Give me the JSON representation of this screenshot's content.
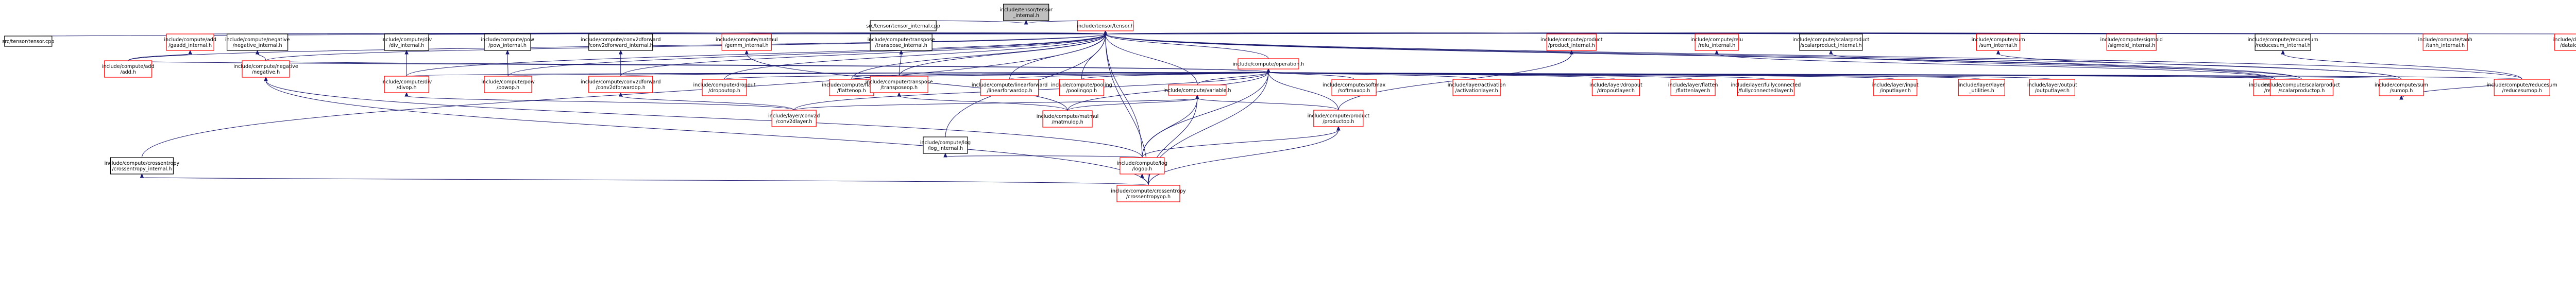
{
  "colors": {
    "root_fill": "#bfbfbf",
    "root_stroke": "#000000",
    "node_fill": "#ffffff",
    "node_stroke_linked": "#ff0000",
    "node_stroke_plain": "#000000",
    "edge": "#191970"
  },
  "nodes": [
    {
      "id": "root",
      "lines": [
        "include/tensor/tensor",
        "_internal.h"
      ],
      "style": "root"
    },
    {
      "id": "tensor_internal_cpp",
      "lines": [
        "src/tensor/tensor_internal.cpp"
      ],
      "style": "plain"
    },
    {
      "id": "tensor_h",
      "lines": [
        "include/tensor/tensor.h"
      ],
      "style": "linked"
    },
    {
      "id": "tensor_cpp",
      "lines": [
        "src/tensor/tensor.cpp"
      ],
      "style": "plain"
    },
    {
      "id": "add_internal",
      "lines": [
        "include/compute/add",
        "/gaadd_internal.h"
      ],
      "style": "linked"
    },
    {
      "id": "negative_internal",
      "lines": [
        "include/compute/negative",
        "/negative_internal.h"
      ],
      "style": "plain"
    },
    {
      "id": "div_internal",
      "lines": [
        "include/compute/div",
        "/div_internal.h"
      ],
      "style": "plain"
    },
    {
      "id": "pow_internal",
      "lines": [
        "include/compute/pow",
        "/pow_internal.h"
      ],
      "style": "plain"
    },
    {
      "id": "conv2d_internal",
      "lines": [
        "include/compute/conv2dforward",
        "/conv2dforward_internal.h"
      ],
      "style": "plain"
    },
    {
      "id": "matmul_internal",
      "lines": [
        "include/compute/matmul",
        "/gemm_internal.h"
      ],
      "style": "linked"
    },
    {
      "id": "transpose_internal",
      "lines": [
        "include/compute/transpose",
        "/transpose_internal.h"
      ],
      "style": "plain"
    },
    {
      "id": "operation_h",
      "lines": [
        "include/compute/operation.h"
      ],
      "style": "linked"
    },
    {
      "id": "product_internal",
      "lines": [
        "include/compute/product",
        "/product_internal.h"
      ],
      "style": "linked"
    },
    {
      "id": "relu_internal",
      "lines": [
        "include/compute/relu",
        "/relu_internal.h"
      ],
      "style": "linked"
    },
    {
      "id": "scalarproduct_internal",
      "lines": [
        "include/compute/scalarproduct",
        "/scalarproduct_internal.h"
      ],
      "style": "plain"
    },
    {
      "id": "sum_internal",
      "lines": [
        "include/compute/sum",
        "/sum_internal.h"
      ],
      "style": "linked"
    },
    {
      "id": "sigmoid_internal",
      "lines": [
        "include/compute/sigmoid",
        "/sigmoid_internal.h"
      ],
      "style": "linked"
    },
    {
      "id": "reducesum_internal",
      "lines": [
        "include/compute/reducesum",
        "/reducesum_internal.h"
      ],
      "style": "plain"
    },
    {
      "id": "tanh_internal",
      "lines": [
        "include/compute/tanh",
        "/tanh_internal.h"
      ],
      "style": "linked"
    },
    {
      "id": "dataloader",
      "lines": [
        "include/dataloader",
        "/dataloader.h"
      ],
      "style": "linked"
    },
    {
      "id": "add_h",
      "lines": [
        "include/compute/add",
        "/add.h"
      ],
      "style": "linked"
    },
    {
      "id": "negative_h",
      "lines": [
        "include/compute/negative",
        "/negative.h"
      ],
      "style": "linked"
    },
    {
      "id": "div_h",
      "lines": [
        "include/compute/div",
        "/divop.h"
      ],
      "style": "linked"
    },
    {
      "id": "pow_h",
      "lines": [
        "include/compute/pow",
        "/powop.h"
      ],
      "style": "linked"
    },
    {
      "id": "conv2d_h",
      "lines": [
        "include/compute/conv2dforward",
        "/conv2dforwardop.h"
      ],
      "style": "linked"
    },
    {
      "id": "dropout_h",
      "lines": [
        "include/compute/dropout",
        "/dropoutop.h"
      ],
      "style": "linked"
    },
    {
      "id": "flatten_h",
      "lines": [
        "include/compute/flatten",
        "/flattenop.h"
      ],
      "style": "linked"
    },
    {
      "id": "transpose_h",
      "lines": [
        "include/compute/transpose",
        "/transposeop.h"
      ],
      "style": "linked"
    },
    {
      "id": "linearforward_h",
      "lines": [
        "include/compute/linearforward",
        "/linearforwardop.h"
      ],
      "style": "linked"
    },
    {
      "id": "pooling_h",
      "lines": [
        "include/compute/pooling",
        "/poolingop.h"
      ],
      "style": "linked"
    },
    {
      "id": "variable_h",
      "lines": [
        "include/compute/variable.h"
      ],
      "style": "linked"
    },
    {
      "id": "softmax_h",
      "lines": [
        "include/compute/softmax",
        "/softmaxop.h"
      ],
      "style": "linked"
    },
    {
      "id": "activation_layer",
      "lines": [
        "include/layer/activation",
        "/activationlayer.h"
      ],
      "style": "linked"
    },
    {
      "id": "dropout_layer",
      "lines": [
        "include/layer/dropout",
        "/dropoutlayer.h"
      ],
      "style": "linked"
    },
    {
      "id": "flatten_layer",
      "lines": [
        "include/layer/flatten",
        "/flattenlayer.h"
      ],
      "style": "linked"
    },
    {
      "id": "fc_layer",
      "lines": [
        "include/layer/fullyconnected",
        "/fullyconnectedlayer.h"
      ],
      "style": "linked"
    },
    {
      "id": "input_layer",
      "lines": [
        "include/layer/input",
        "/inputlayer.h"
      ],
      "style": "linked"
    },
    {
      "id": "layer_h",
      "lines": [
        "include/layer/layer",
        "_utilities.h"
      ],
      "style": "linked"
    },
    {
      "id": "output_layer",
      "lines": [
        "include/layer/output",
        "/outputlayer.h"
      ],
      "style": "linked"
    },
    {
      "id": "relu_h",
      "lines": [
        "include/compute/relu",
        "/reluop.h"
      ],
      "style": "linked"
    },
    {
      "id": "scalarproduct_h",
      "lines": [
        "include/compute/scalarproduct",
        "/scalarproductop.h"
      ],
      "style": "linked"
    },
    {
      "id": "sum_h",
      "lines": [
        "include/compute/sum",
        "/sumop.h"
      ],
      "style": "linked"
    },
    {
      "id": "reducesum_h",
      "lines": [
        "include/compute/reducesum",
        "/reducesumop.h"
      ],
      "style": "linked"
    },
    {
      "id": "conv2d_layer",
      "lines": [
        "include/layer/conv2d",
        "/conv2dlayer.h"
      ],
      "style": "linked"
    },
    {
      "id": "matmul_h",
      "lines": [
        "include/compute/matmul",
        "/matmulop.h"
      ],
      "style": "linked"
    },
    {
      "id": "product_h",
      "lines": [
        "include/compute/product",
        "/productop.h"
      ],
      "style": "linked"
    },
    {
      "id": "log_internal",
      "lines": [
        "include/compute/log",
        "/log_internal.h"
      ],
      "style": "plain"
    },
    {
      "id": "log_h",
      "lines": [
        "include/compute/log",
        "/logop.h"
      ],
      "style": "linked"
    },
    {
      "id": "crossentropy_internal",
      "lines": [
        "include/compute/crossentropy",
        "/crossentropy_internal.h"
      ],
      "style": "plain"
    },
    {
      "id": "crossentropy_h",
      "lines": [
        "include/compute/crossentropy",
        "/crossentropyop.h"
      ],
      "style": "linked"
    }
  ],
  "edges": [
    [
      "tensor_internal_cpp",
      "root"
    ],
    [
      "tensor_h",
      "root"
    ],
    [
      "tensor_cpp",
      "tensor_h"
    ],
    [
      "add_internal",
      "tensor_h"
    ],
    [
      "negative_internal",
      "tensor_h"
    ],
    [
      "div_internal",
      "tensor_h"
    ],
    [
      "pow_internal",
      "tensor_h"
    ],
    [
      "conv2d_internal",
      "tensor_h"
    ],
    [
      "matmul_internal",
      "tensor_h"
    ],
    [
      "transpose_internal",
      "tensor_h"
    ],
    [
      "operation_h",
      "tensor_h"
    ],
    [
      "product_internal",
      "tensor_h"
    ],
    [
      "relu_internal",
      "tensor_h"
    ],
    [
      "scalarproduct_internal",
      "tensor_h"
    ],
    [
      "sum_internal",
      "tensor_h"
    ],
    [
      "sigmoid_internal",
      "tensor_h"
    ],
    [
      "reducesum_internal",
      "tensor_h"
    ],
    [
      "tanh_internal",
      "tensor_h"
    ],
    [
      "dataloader",
      "tensor_h"
    ],
    [
      "add_h",
      "tensor_h"
    ],
    [
      "negative_h",
      "tensor_h"
    ],
    [
      "div_h",
      "tensor_h"
    ],
    [
      "pow_h",
      "tensor_h"
    ],
    [
      "conv2d_h",
      "tensor_h"
    ],
    [
      "dropout_h",
      "tensor_h"
    ],
    [
      "flatten_h",
      "tensor_h"
    ],
    [
      "transpose_h",
      "tensor_h"
    ],
    [
      "linearforward_h",
      "tensor_h"
    ],
    [
      "pooling_h",
      "tensor_h"
    ],
    [
      "variable_h",
      "tensor_h"
    ],
    [
      "log_internal",
      "tensor_h"
    ],
    [
      "crossentropy_internal",
      "tensor_h"
    ],
    [
      "log_h",
      "tensor_h"
    ],
    [
      "crossentropy_h",
      "tensor_h"
    ],
    [
      "relu_h",
      "tensor_h"
    ],
    [
      "scalarproduct_h",
      "tensor_h"
    ],
    [
      "sum_h",
      "tensor_h"
    ],
    [
      "reducesum_h",
      "tensor_h"
    ],
    [
      "add_h",
      "add_internal"
    ],
    [
      "negative_h",
      "negative_internal"
    ],
    [
      "div_h",
      "div_internal"
    ],
    [
      "pow_h",
      "pow_internal"
    ],
    [
      "conv2d_h",
      "conv2d_internal"
    ],
    [
      "matmul_h",
      "matmul_internal"
    ],
    [
      "transpose_h",
      "transpose_internal"
    ],
    [
      "product_h",
      "product_internal"
    ],
    [
      "relu_h",
      "relu_internal"
    ],
    [
      "scalarproduct_h",
      "scalarproduct_internal"
    ],
    [
      "sum_h",
      "sum_internal"
    ],
    [
      "reducesum_h",
      "reducesum_internal"
    ],
    [
      "add_h",
      "operation_h"
    ],
    [
      "negative_h",
      "operation_h"
    ],
    [
      "div_h",
      "operation_h"
    ],
    [
      "pow_h",
      "operation_h"
    ],
    [
      "conv2d_h",
      "operation_h"
    ],
    [
      "dropout_h",
      "operation_h"
    ],
    [
      "flatten_h",
      "operation_h"
    ],
    [
      "transpose_h",
      "operation_h"
    ],
    [
      "linearforward_h",
      "operation_h"
    ],
    [
      "pooling_h",
      "operation_h"
    ],
    [
      "variable_h",
      "operation_h"
    ],
    [
      "softmax_h",
      "operation_h"
    ],
    [
      "activation_layer",
      "operation_h"
    ],
    [
      "dropout_layer",
      "operation_h"
    ],
    [
      "flatten_layer",
      "operation_h"
    ],
    [
      "fc_layer",
      "operation_h"
    ],
    [
      "input_layer",
      "operation_h"
    ],
    [
      "layer_h",
      "operation_h"
    ],
    [
      "output_layer",
      "operation_h"
    ],
    [
      "relu_h",
      "operation_h"
    ],
    [
      "scalarproduct_h",
      "operation_h"
    ],
    [
      "sum_h",
      "operation_h"
    ],
    [
      "reducesum_h",
      "operation_h"
    ],
    [
      "conv2d_layer",
      "operation_h"
    ],
    [
      "matmul_h",
      "operation_h"
    ],
    [
      "product_h",
      "operation_h"
    ],
    [
      "log_h",
      "operation_h"
    ],
    [
      "crossentropy_h",
      "operation_h"
    ],
    [
      "conv2d_layer",
      "variable_h"
    ],
    [
      "matmul_h",
      "variable_h"
    ],
    [
      "product_h",
      "variable_h"
    ],
    [
      "log_h",
      "variable_h"
    ],
    [
      "crossentropy_h",
      "variable_h"
    ],
    [
      "log_h",
      "log_internal"
    ],
    [
      "crossentropy_h",
      "crossentropy_internal"
    ],
    [
      "crossentropy_h",
      "log_h"
    ],
    [
      "log_h",
      "product_h"
    ],
    [
      "crossentropy_h",
      "product_h"
    ],
    [
      "log_h",
      "negative_h"
    ],
    [
      "crossentropy_h",
      "negative_h"
    ],
    [
      "conv2d_layer",
      "div_h"
    ],
    [
      "matmul_h",
      "transpose_h"
    ],
    [
      "reducesum_h",
      "sum_h"
    ],
    [
      "conv2d_layer",
      "conv2d_h"
    ]
  ]
}
